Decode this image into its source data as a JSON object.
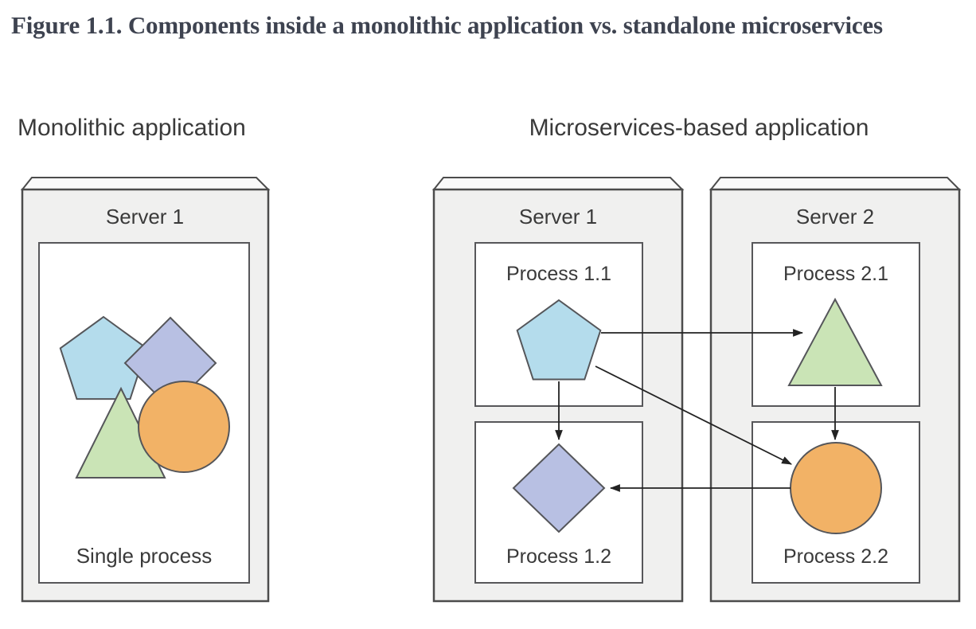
{
  "figure": {
    "title": "Figure 1.1. Components inside a monolithic application vs. standalone microservices"
  },
  "monolith": {
    "heading": "Monolithic application",
    "server": {
      "label": "Server 1",
      "process_label": "Single process",
      "components": [
        "pentagon",
        "diamond",
        "triangle",
        "circle"
      ]
    }
  },
  "microservices": {
    "heading": "Microservices-based application",
    "servers": [
      {
        "label": "Server 1",
        "processes": [
          {
            "label": "Process 1.1",
            "component": "pentagon"
          },
          {
            "label": "Process 1.2",
            "component": "diamond"
          }
        ]
      },
      {
        "label": "Server 2",
        "processes": [
          {
            "label": "Process 2.1",
            "component": "triangle"
          },
          {
            "label": "Process 2.2",
            "component": "circle"
          }
        ]
      }
    ],
    "connections": [
      {
        "from": "Process 1.1",
        "to": "Process 2.1"
      },
      {
        "from": "Process 1.1",
        "to": "Process 1.2"
      },
      {
        "from": "Process 1.1",
        "to": "Process 2.2"
      },
      {
        "from": "Process 2.2",
        "to": "Process 1.2"
      },
      {
        "from": "Process 2.1",
        "to": "Process 2.2"
      }
    ]
  },
  "colors": {
    "pentagon": "#b4dcec",
    "diamond": "#b8c0e3",
    "triangle": "#cae4b6",
    "circle": "#f2b266",
    "server_fill": "#f0f0ef",
    "server_top_fill": "#fafafa",
    "border": "#4c4c4c",
    "title_text": "#3e4350",
    "label_text": "#3a3a3a",
    "arrow": "#222222"
  }
}
